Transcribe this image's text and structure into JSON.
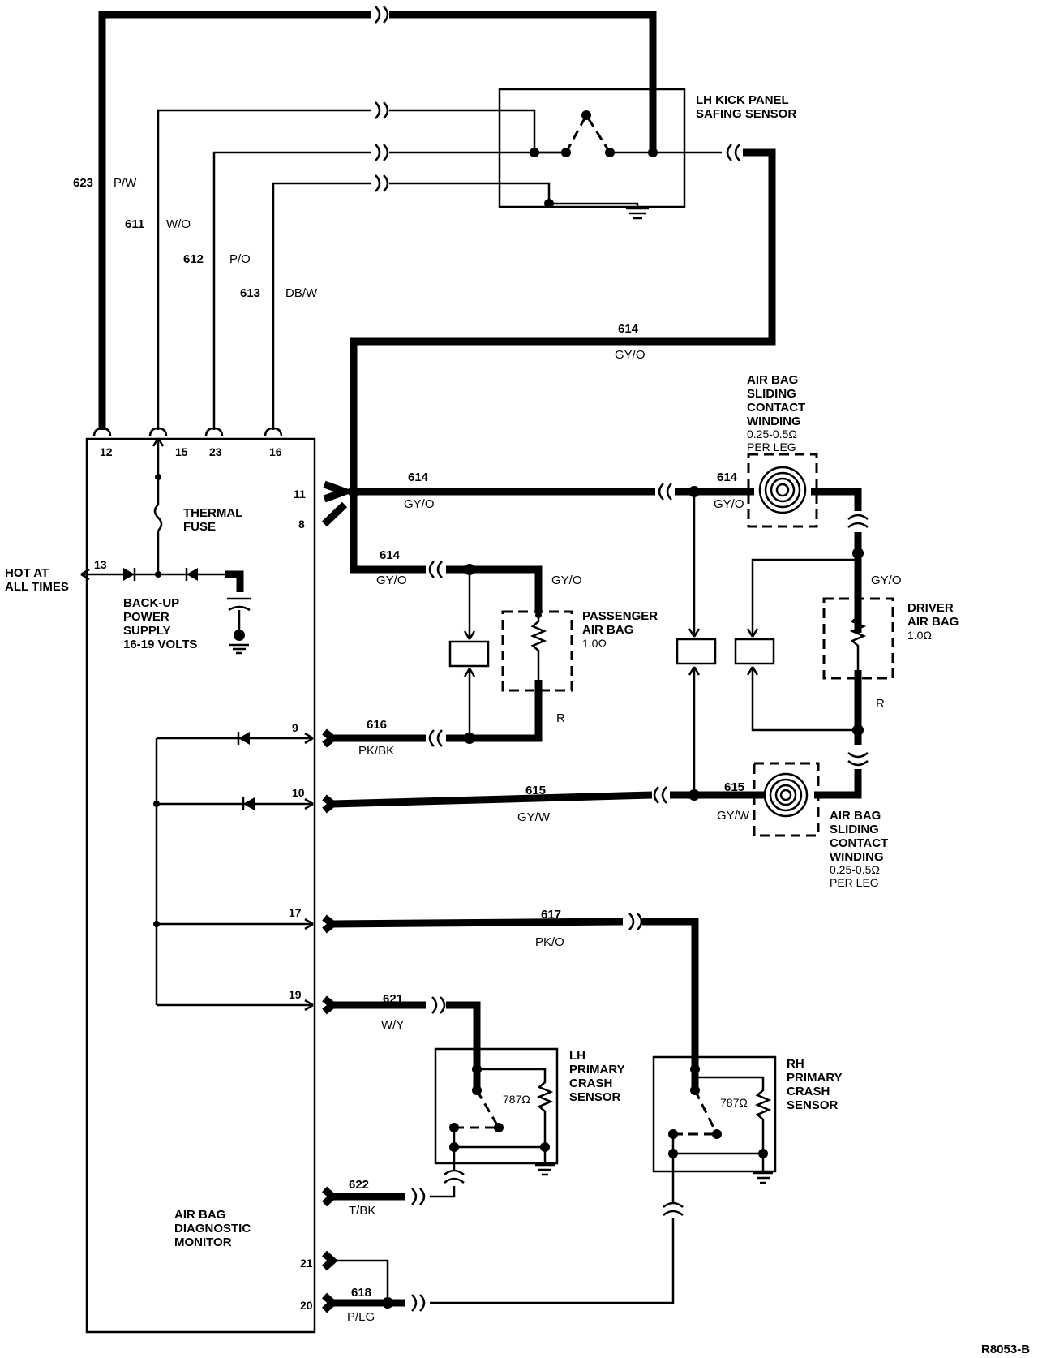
{
  "figure_id": "R8053-B",
  "module": {
    "title_lines": [
      "AIR BAG",
      "DIAGNOSTIC",
      "MONITOR"
    ],
    "pins": {
      "p12": "12",
      "p15": "15",
      "p23": "23",
      "p16": "16",
      "p11": "11",
      "p8": "8",
      "p13": "13",
      "p9": "9",
      "p10": "10",
      "p17": "17",
      "p19": "19",
      "p21": "21",
      "p20": "20"
    },
    "thermal_fuse_lines": [
      "THERMAL",
      "FUSE"
    ],
    "backup_supply_lines": [
      "BACK-UP",
      "POWER",
      "SUPPLY",
      "16-19 VOLTS"
    ],
    "hot_lines": [
      "HOT AT",
      "ALL TIMES"
    ]
  },
  "wires": {
    "w623": {
      "circuit": "623",
      "color": "P/W"
    },
    "w611": {
      "circuit": "611",
      "color": "W/O"
    },
    "w612": {
      "circuit": "612",
      "color": "P/O"
    },
    "w613": {
      "circuit": "613",
      "color": "DB/W"
    },
    "w614": {
      "circuit": "614",
      "color": "GY/O"
    },
    "w615": {
      "circuit": "615",
      "color": "GY/W"
    },
    "w616": {
      "circuit": "616",
      "color": "PK/BK"
    },
    "w617": {
      "circuit": "617",
      "color": "PK/O"
    },
    "w621": {
      "circuit": "621",
      "color": "W/Y"
    },
    "w622": {
      "circuit": "622",
      "color": "T/BK"
    },
    "w618": {
      "circuit": "618",
      "color": "P/LG"
    },
    "r": "R"
  },
  "components": {
    "safing_sensor_lines": [
      "LH KICK PANEL",
      "SAFING SENSOR"
    ],
    "contact_winding_lines": [
      "AIR BAG",
      "SLIDING",
      "CONTACT",
      "WINDING"
    ],
    "contact_winding_value_lines": [
      "0.25-0.5Ω",
      "PER LEG"
    ],
    "passenger_bag_lines": [
      "PASSENGER",
      "AIR BAG"
    ],
    "passenger_bag_value": "1.0Ω",
    "driver_bag_lines": [
      "DRIVER",
      "AIR BAG"
    ],
    "driver_bag_value": "1.0Ω",
    "lh_crash_lines": [
      "LH",
      "PRIMARY",
      "CRASH",
      "SENSOR"
    ],
    "rh_crash_lines": [
      "RH",
      "PRIMARY",
      "CRASH",
      "SENSOR"
    ],
    "crash_resistor_value": "787Ω"
  }
}
